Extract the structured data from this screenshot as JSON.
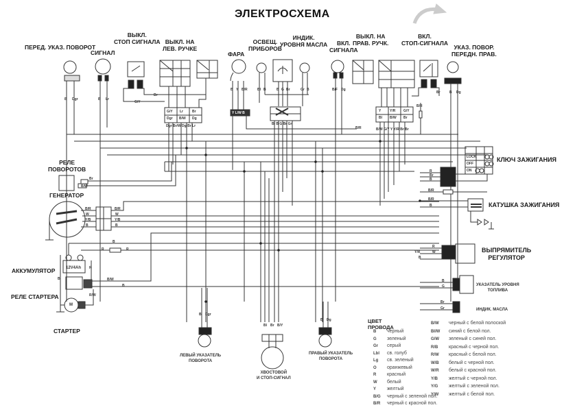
{
  "title": "ЭЛЕКТРОСХЕМА",
  "components": {
    "front_turn_left": "ПЕРЕД. УКАЗ. ПОВОРОТ",
    "horn": "СИГНАЛ",
    "brake_switch_left": "ВЫКЛ.\nСТОП СИГНАЛА",
    "left_handle_switch": "ВЫКЛ. НА\nЛЕВ. РУЧКЕ",
    "headlight": "ФАРА",
    "meter_light": "ОСВЕЩ.\nПРИБОРОВ",
    "oil_indicator": "ИНДИК.\nУРОВНЯ МАСЛА",
    "horn_switch": "ВКЛ.\nСИГНАЛА",
    "right_handle_switch": "ВЫКЛ. НА\nПРАВ. РУЧК.",
    "brake_switch_right": "ВКЛ.\nСТОП-СИГНАЛА",
    "front_turn_right": "УКАЗ. ПОВОР.\nПЕРЕДН. ПРАВ.",
    "turn_relay": "РЕЛЕ\nПОВОРОТОВ",
    "generator": "ГЕНЕРАТОР",
    "battery": "АККУМУЛЯТОР",
    "battery_spec": "12V4Ah",
    "starter_relay": "РЕЛЕ СТАРТЕРА",
    "starter": "СТАРТЕР",
    "motor_symbol": "M",
    "ignition_key": "КЛЮЧ ЗАЖИГАНИЯ",
    "ignition_coil": "КАТУШКА ЗАЖИГАНИЯ",
    "rectifier": "ВЫПРЯМИТЕЛЬ\nРЕГУЛЯТОР",
    "fuel_gauge": "УКАЗАТЕЛЬ УРОВНЯ\nТОПЛИВА",
    "oil_indicator_bottom": "ИНДИК. МАСЛА",
    "rear_turn_left": "ЛЕВЫЙ УКАЗАТЕЛЬ\nПОВОРОТА",
    "tail_light": "ХВОСТОВОЙ\nИ СТОП-СИГНАЛ",
    "rear_turn_right": "ПРАВЫЙ УКАЗАТЕЛЬ\nПОВОРОТА"
  },
  "wire_codes": {
    "front_left": [
      "B",
      "Dgr"
    ],
    "horn": [
      "B",
      "Lr"
    ],
    "brake_left": "G/Y",
    "brake_left_br": "Br",
    "left_conn_top": [
      "G/Y",
      "Lr",
      "Br"
    ],
    "left_conn_bot": [
      "Dgr",
      "B/W",
      "Dg"
    ],
    "left_conn_under": "Dgr Br/W Dg  Br  Lr",
    "headlight": [
      "B",
      "Y",
      "B/R"
    ],
    "headlight_conn": "Y L/W B",
    "meter": [
      "Bl",
      "B"
    ],
    "oil_ind": [
      "B",
      "G",
      "Br"
    ],
    "oil_light": [
      "Gr",
      "B"
    ],
    "center_conn_top": [
      "B",
      "Br"
    ],
    "center_conn_bot": [
      "Gr",
      "G",
      "Br"
    ],
    "center_under": "Bl B G  Br  Gr",
    "horn_sw": [
      "B/F",
      "Dg"
    ],
    "right_conn_top": [
      "Y",
      "Y/R",
      "G/Y"
    ],
    "right_conn_bot": [
      "Bl",
      "B/W",
      "Br"
    ],
    "right_under": "B/W G/Y Y  Y/R  Br  Br",
    "br_r": "B/R",
    "brake_right_br": "Br",
    "front_right": [
      "B",
      "Dg"
    ],
    "relay": [
      "Br",
      "B/W"
    ],
    "gen_left": [
      "B/R",
      "W",
      "Y/B",
      "B"
    ],
    "gen_right": [
      "B/R",
      "W",
      "Y/B",
      "B"
    ],
    "bat_top": "B",
    "fuse": [
      "R",
      "R"
    ],
    "bat_side_r": "R",
    "bat_side_b": "B",
    "starter_relay_out": [
      "B/W",
      "B"
    ],
    "starter_lead": "R/W",
    "key_conn": [
      "R",
      "Br",
      "B"
    ],
    "fuse2": "B/R",
    "coil": [
      "B/R",
      "B"
    ],
    "rect": [
      "R",
      "Y/R",
      "W",
      "B"
    ],
    "fuel": [
      "B",
      "G"
    ],
    "oil": [
      "Br",
      "Gr"
    ],
    "rear_left": [
      "B",
      "Dgr"
    ],
    "tail": [
      "Bl",
      "Br",
      "B/Y"
    ],
    "rear_right": [
      "B",
      "Dg"
    ],
    "ign_key_rows": [
      "LOCK",
      "OFF",
      "ON"
    ]
  },
  "legend": {
    "header": "ЦВЕТ ПРОВОДА",
    "left": [
      {
        "code": "B",
        "name": "черный"
      },
      {
        "code": "G",
        "name": "зеленый"
      },
      {
        "code": "Gr",
        "name": "серый"
      },
      {
        "code": "Lbl",
        "name": "св. голуб"
      },
      {
        "code": "Lg",
        "name": "св. зеленый"
      },
      {
        "code": "O",
        "name": "оранжевый"
      },
      {
        "code": "R",
        "name": "красный"
      },
      {
        "code": "W",
        "name": "белый"
      },
      {
        "code": "Y",
        "name": "желтый"
      },
      {
        "code": "B/G",
        "name": "черный с зеленой пол."
      },
      {
        "code": "B/R",
        "name": "черный с красной пол."
      }
    ],
    "right": [
      {
        "code": "B/W",
        "name": "черный с белой полоской"
      },
      {
        "code": "Bl/W",
        "name": "синий с белой пол."
      },
      {
        "code": "G/W",
        "name": "зеленый с синей пол."
      },
      {
        "code": "R/B",
        "name": "красный с черной пол."
      },
      {
        "code": "R/W",
        "name": "красный с белой пол."
      },
      {
        "code": "W/B",
        "name": "белый с черной пол."
      },
      {
        "code": "W/R",
        "name": "белый с красной пол."
      },
      {
        "code": "Y/B",
        "name": "желтый с черной пол."
      },
      {
        "code": "Y/G",
        "name": "желтый с зеленой пол."
      },
      {
        "code": "Y/W",
        "name": "желтый с белой пол."
      }
    ]
  }
}
